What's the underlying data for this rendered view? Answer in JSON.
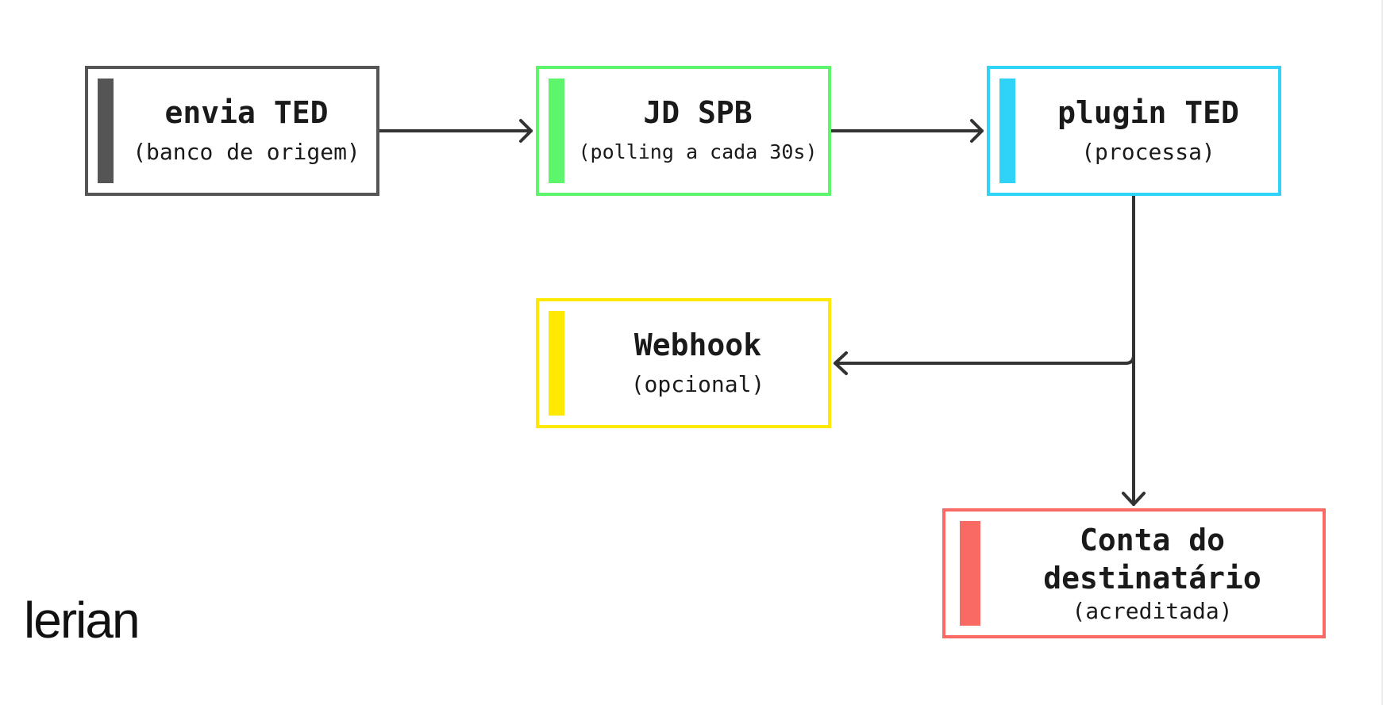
{
  "nodes": {
    "envia": {
      "title": "envia TED",
      "subtitle": "(banco de origem)",
      "color": "#555555"
    },
    "jd": {
      "title": "JD SPB",
      "subtitle": "(polling a cada 30s)",
      "color": "#5cf56b"
    },
    "plugin": {
      "title": "plugin TED",
      "subtitle": "(processa)",
      "color": "#2ed3f7"
    },
    "webhook": {
      "title": "Webhook",
      "subtitle": "(opcional)",
      "color": "#ffe900"
    },
    "conta": {
      "title_line1": "Conta do",
      "title_line2": "destinatário",
      "subtitle": "(acreditada)",
      "color": "#f96a64"
    }
  },
  "edges": [
    {
      "from": "envia TED",
      "to": "JD SPB"
    },
    {
      "from": "JD SPB",
      "to": "plugin TED"
    },
    {
      "from": "plugin TED",
      "to": "Webhook"
    },
    {
      "from": "plugin TED",
      "to": "Conta do destinatário"
    }
  ],
  "logo": {
    "text": "lerian"
  },
  "colors": {
    "edge": "#333333"
  }
}
